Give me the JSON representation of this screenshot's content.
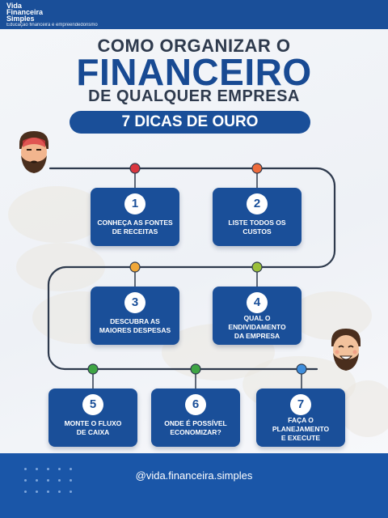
{
  "brand": {
    "name_line1": "Vida",
    "name_line2": "Financeira",
    "name_line3": "Simples",
    "tagline": "Educação financeira e empreendedorismo"
  },
  "title": {
    "line1": "COMO ORGANIZAR O",
    "line2": "FINANCEIRO",
    "line3": "DE QUALQUER EMPRESA"
  },
  "pill": "7 DICAS DE OURO",
  "tips": [
    {
      "number": "1",
      "line1": "CONHEÇA AS FONTES",
      "line2": "DE RECEITAS",
      "line3": ""
    },
    {
      "number": "2",
      "line1": "LISTE TODOS OS",
      "line2": "CUSTOS",
      "line3": ""
    },
    {
      "number": "3",
      "line1": "DESCUBRA AS",
      "line2": "MAIORES DESPESAS",
      "line3": ""
    },
    {
      "number": "4",
      "line1": "QUAL O",
      "line2": "ENDIVIDAMENTO",
      "line3": "DA EMPRESA"
    },
    {
      "number": "5",
      "line1": "MONTE O FLUXO",
      "line2": "DE CAIXA",
      "line3": ""
    },
    {
      "number": "6",
      "line1": "ONDE É POSSÍVEL",
      "line2": "ECONOMIZAR?",
      "line3": ""
    },
    {
      "number": "7",
      "line1": "FAÇA O",
      "line2": "PLANEJAMENTO",
      "line3": "E EXECUTE"
    }
  ],
  "footer": {
    "handle": "@vida.financeira.simples"
  },
  "colors": {
    "primary": "#1a4f99",
    "dark_text": "#2e3a4d",
    "dot_red": "#d9363e",
    "dot_orange": "#ee6b3b",
    "dot_gold": "#f0a738",
    "dot_green_light": "#9bbf3a",
    "dot_green": "#3fa544",
    "dot_blue": "#3f8edc"
  }
}
